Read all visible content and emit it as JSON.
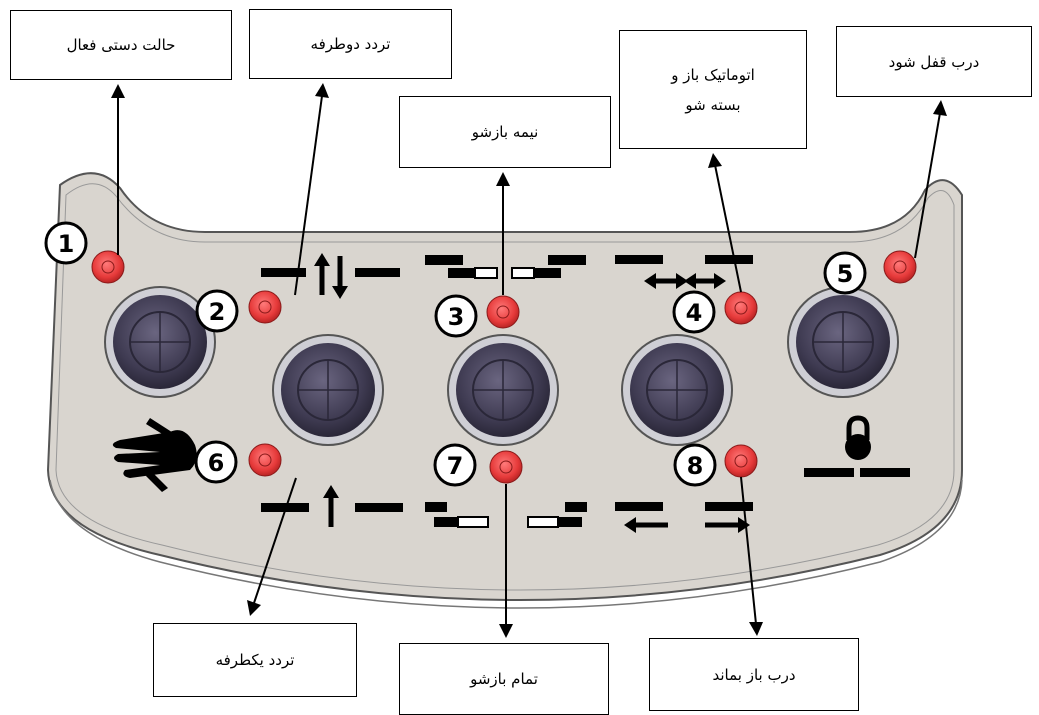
{
  "labels": {
    "manual_mode": "حالت دستی فعال",
    "two_way": "تردد دوطرفه",
    "half_open": "نیمه بازشو",
    "auto_open_close_line1": "اتوماتیک باز و",
    "auto_open_close_line2": "بسته شو",
    "door_lock": "درب قفل شود",
    "one_way": "تردد یکطرفه",
    "full_open": "تمام بازشو",
    "door_stay_open": "درب باز بماند"
  },
  "buttons": [
    {
      "number": "1"
    },
    {
      "number": "2"
    },
    {
      "number": "3"
    },
    {
      "number": "4"
    },
    {
      "number": "5"
    },
    {
      "number": "6"
    },
    {
      "number": "7"
    },
    {
      "number": "8"
    }
  ],
  "icons": {
    "manual": "hand-icon",
    "lock": "padlock-icon",
    "two_way": "up-down-arrows-icon",
    "one_way": "up-arrow-icon",
    "auto": "double-horizontal-arrows-icon",
    "stay_open": "left-right-arrows-icon"
  },
  "colors": {
    "panel": "#d9d5cf",
    "button_red": "#e63a3a",
    "knob": "#3f3b52"
  }
}
